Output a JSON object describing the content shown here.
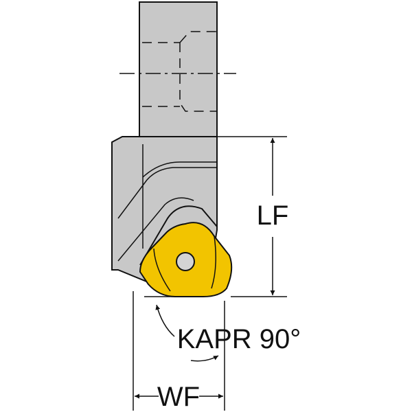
{
  "labels": {
    "lf": "LF",
    "kapr": "KAPR 90°",
    "wf": "WF"
  },
  "colors": {
    "body": "#c8c8c8",
    "insert": "#f2c400",
    "outline": "#111111",
    "hole": "#d4d4d4",
    "background": "#ffffff"
  },
  "icons": {
    "arrow": "filled-arrowhead"
  }
}
